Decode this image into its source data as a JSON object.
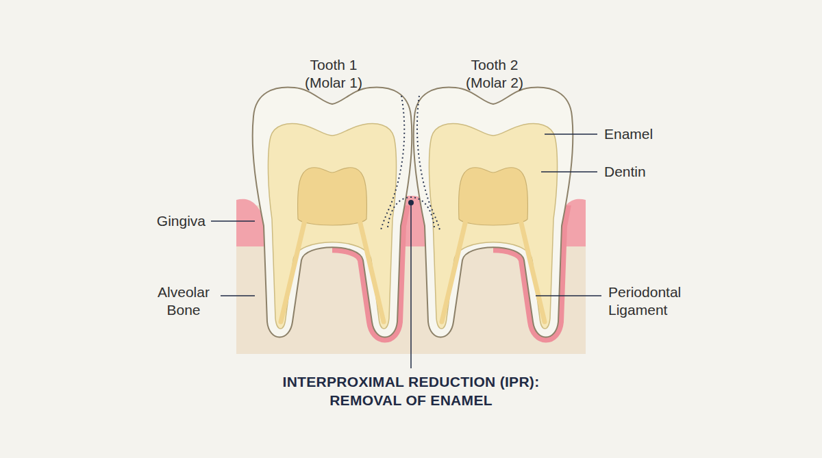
{
  "diagram": {
    "labels": [
      "Tooth 1 (Molar 1)",
      "Tooth 2 (Molar 2)",
      "Enamel",
      "Dentin",
      "Gingiva",
      "Alveolar Bone",
      "Periodontal Ligament",
      "INTERPROXIMAL REDUCTION (IPR): REMOVAL OF ENAMEL"
    ]
  }
}
